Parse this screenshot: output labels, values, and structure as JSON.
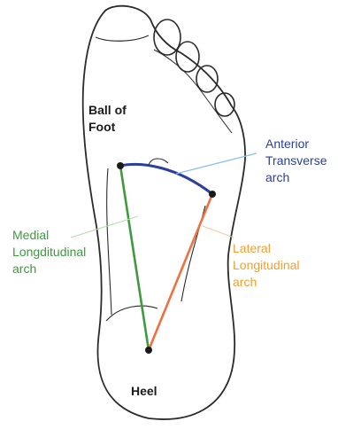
{
  "labels": {
    "ball_of_foot": "Ball of\nFoot",
    "heel": "Heel",
    "anterior_transverse_arch": "Anterior\nTransverse\narch",
    "medial_longitudinal_arch": "Medial\nLongditudinal\narch",
    "lateral_longitudinal_arch": "Lateral\nLongitudinal\narch"
  },
  "colors": {
    "outline": "#2b2b2b",
    "anterior_transverse_arch": "#2a3f9e",
    "medial_longitudinal_arch": "#3f9a3f",
    "lateral_longitudinal_arch": "#f07040",
    "lateral_label": "#f0a030",
    "pointer": "#8fc0e8"
  }
}
